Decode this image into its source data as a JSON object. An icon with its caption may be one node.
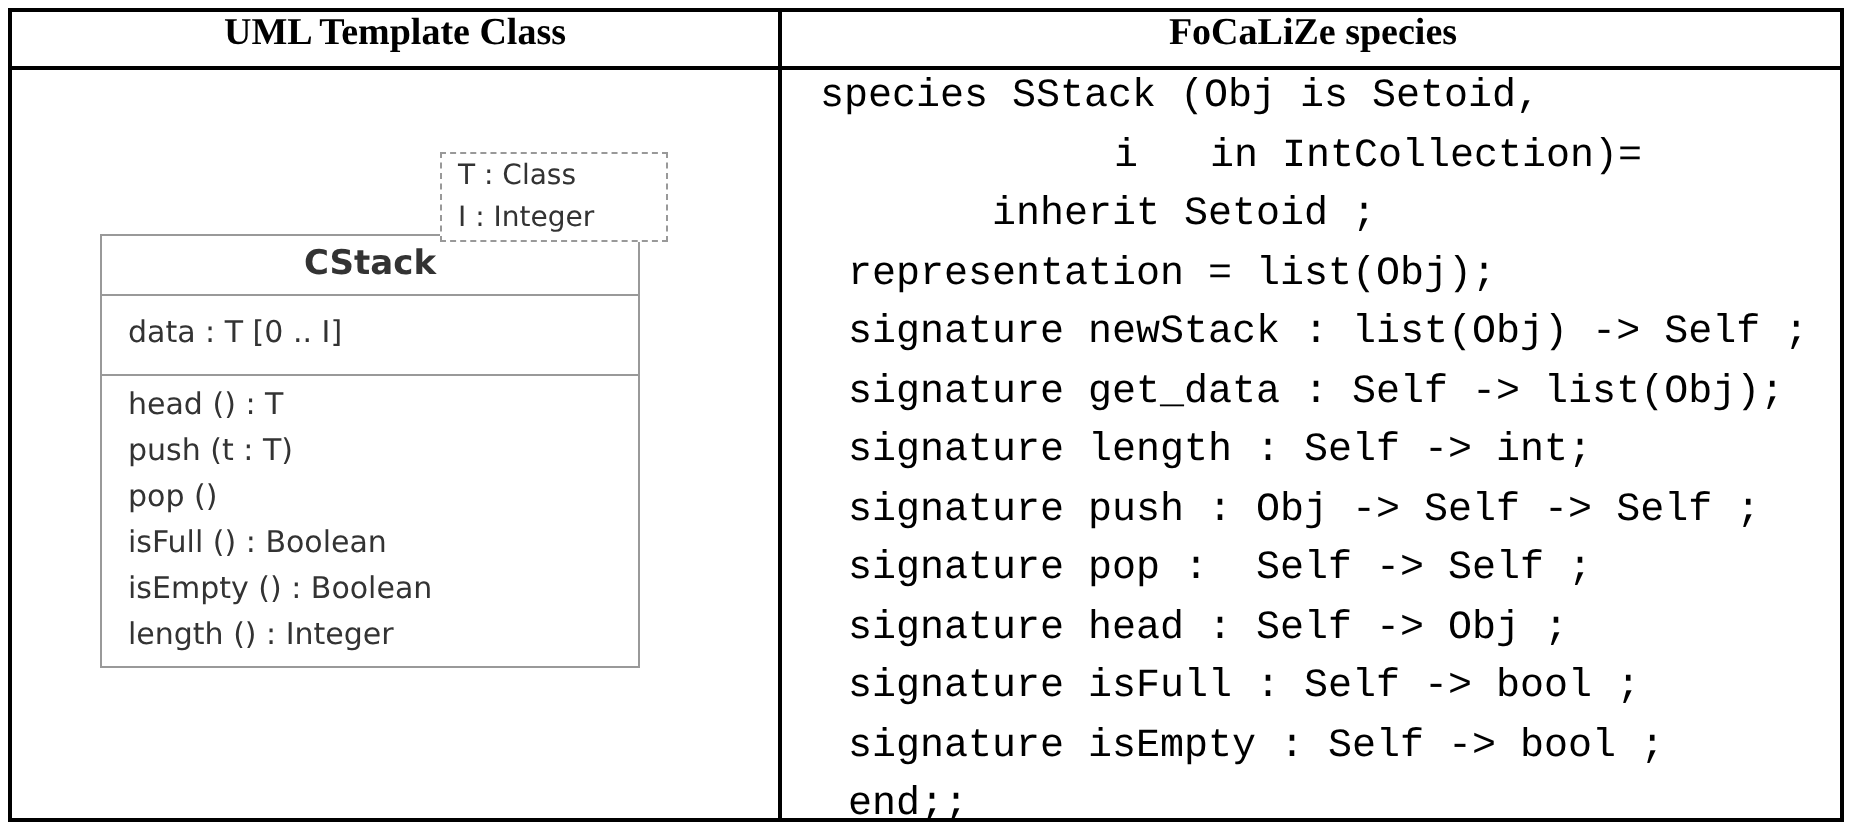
{
  "diagram": {
    "nodes": [
      {
        "text": [
          "T : Class",
          "I : Integer"
        ]
      },
      {
        "text": [
          "CStack",
          "data : T [0 .. I]",
          "head () : T",
          "push (t : T)",
          "pop ()",
          "isFull () : Boolean",
          "isEmpty () : Boolean",
          "length () : Integer"
        ]
      }
    ],
    "edges": [],
    "labels": [
      "UML Template Class",
      "FoCaLiZe species",
      "species SStack (Obj is Setoid,",
      "i   in IntCollection)=",
      "inherit Setoid ;",
      "representation = list(Obj);",
      "signature newStack : list(Obj) -> Self ;",
      "signature get_data : Self -> list(Obj);",
      "signature length : Self -> int;",
      "signature push : Obj -> Self -> Self ;",
      "signature pop :  Self -> Self ;",
      "signature head : Self -> Obj ;",
      "signature isFull : Self -> bool ;",
      "signature isEmpty : Self -> bool ;",
      "end;;"
    ]
  }
}
